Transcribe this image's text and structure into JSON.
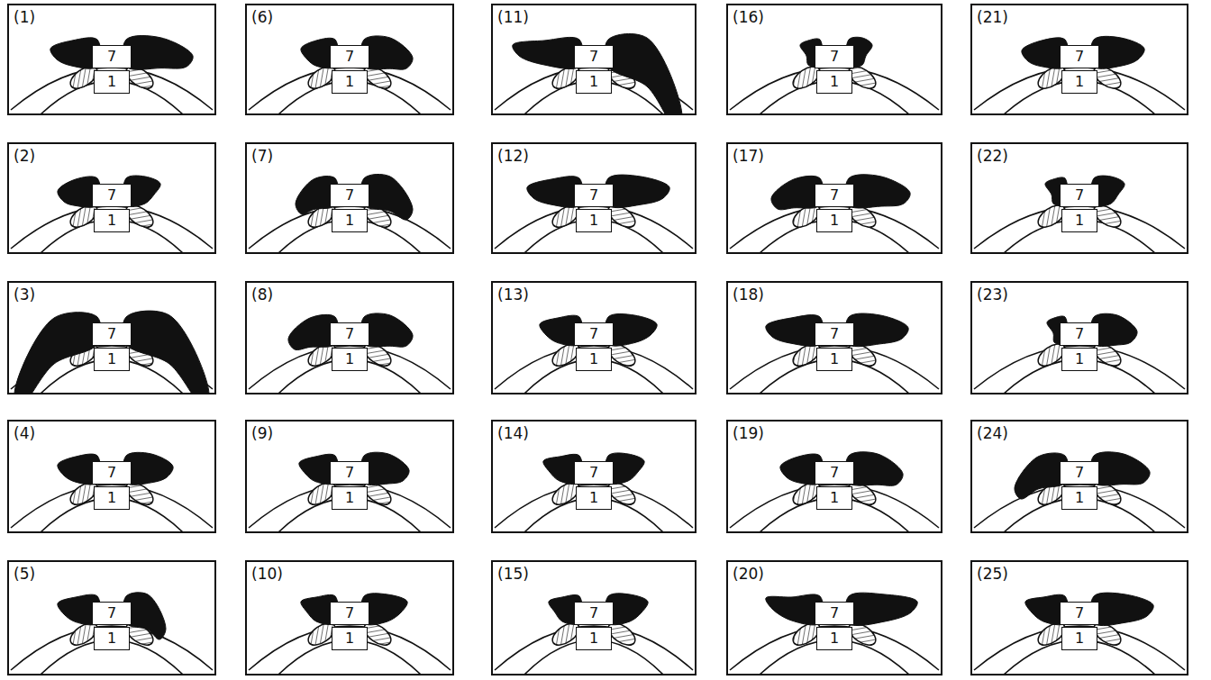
{
  "diagram": {
    "nodes": [
      {
        "text": [
          "(1)"
        ]
      },
      {
        "text": [
          "7"
        ],
        "in": 0
      },
      {
        "text": [
          "1"
        ],
        "in": 0
      },
      {
        "text": [
          "(2)"
        ]
      },
      {
        "text": [
          "7"
        ],
        "in": 3
      },
      {
        "text": [
          "1"
        ],
        "in": 3
      },
      {
        "text": [
          "(3)"
        ]
      },
      {
        "text": [
          "7"
        ],
        "in": 6
      },
      {
        "text": [
          "1"
        ],
        "in": 6
      },
      {
        "text": [
          "(4)"
        ]
      },
      {
        "text": [
          "7"
        ],
        "in": 9
      },
      {
        "text": [
          "1"
        ],
        "in": 9
      },
      {
        "text": [
          "(5)"
        ]
      },
      {
        "text": [
          "7"
        ],
        "in": 12
      },
      {
        "text": [
          "1"
        ],
        "in": 12
      },
      {
        "text": [
          "(6)"
        ]
      },
      {
        "text": [
          "7"
        ],
        "in": 15
      },
      {
        "text": [
          "1"
        ],
        "in": 15
      },
      {
        "text": [
          "(7)"
        ]
      },
      {
        "text": [
          "7"
        ],
        "in": 18
      },
      {
        "text": [
          "1"
        ],
        "in": 18
      },
      {
        "text": [
          "(8)"
        ]
      },
      {
        "text": [
          "7"
        ],
        "in": 21
      },
      {
        "text": [
          "1"
        ],
        "in": 21
      },
      {
        "text": [
          "(9)"
        ]
      },
      {
        "text": [
          "7"
        ],
        "in": 24
      },
      {
        "text": [
          "1"
        ],
        "in": 24
      },
      {
        "text": [
          "(10)"
        ]
      },
      {
        "text": [
          "7"
        ],
        "in": 27
      },
      {
        "text": [
          "1"
        ],
        "in": 27
      },
      {
        "text": [
          "(11)"
        ]
      },
      {
        "text": [
          "7"
        ],
        "in": 30
      },
      {
        "text": [
          "1"
        ],
        "in": 30
      },
      {
        "text": [
          "(12)"
        ]
      },
      {
        "text": [
          "7"
        ],
        "in": 33
      },
      {
        "text": [
          "1"
        ],
        "in": 33
      },
      {
        "text": [
          "(13)"
        ]
      },
      {
        "text": [
          "7"
        ],
        "in": 36
      },
      {
        "text": [
          "1"
        ],
        "in": 36
      },
      {
        "text": [
          "(14)"
        ]
      },
      {
        "text": [
          "7"
        ],
        "in": 39
      },
      {
        "text": [
          "1"
        ],
        "in": 39
      },
      {
        "text": [
          "(15)"
        ]
      },
      {
        "text": [
          "7"
        ],
        "in": 42
      },
      {
        "text": [
          "1"
        ],
        "in": 42
      },
      {
        "text": [
          "(16)"
        ]
      },
      {
        "text": [
          "7"
        ],
        "in": 45
      },
      {
        "text": [
          "1"
        ],
        "in": 45
      },
      {
        "text": [
          "(17)"
        ]
      },
      {
        "text": [
          "7"
        ],
        "in": 48
      },
      {
        "text": [
          "1"
        ],
        "in": 48
      },
      {
        "text": [
          "(18)"
        ]
      },
      {
        "text": [
          "7"
        ],
        "in": 51
      },
      {
        "text": [
          "1"
        ],
        "in": 51
      },
      {
        "text": [
          "(19)"
        ]
      },
      {
        "text": [
          "7"
        ],
        "in": 54
      },
      {
        "text": [
          "1"
        ],
        "in": 54
      },
      {
        "text": [
          "(20)"
        ]
      },
      {
        "text": [
          "7"
        ],
        "in": 57
      },
      {
        "text": [
          "1"
        ],
        "in": 57
      },
      {
        "text": [
          "(21)"
        ]
      },
      {
        "text": [
          "7"
        ],
        "in": 60
      },
      {
        "text": [
          "1"
        ],
        "in": 60
      },
      {
        "text": [
          "(22)"
        ]
      },
      {
        "text": [
          "7"
        ],
        "in": 63
      },
      {
        "text": [
          "1"
        ],
        "in": 63
      },
      {
        "text": [
          "(23)"
        ]
      },
      {
        "text": [
          "7"
        ],
        "in": 66
      },
      {
        "text": [
          "1"
        ],
        "in": 66
      },
      {
        "text": [
          "(24)"
        ]
      },
      {
        "text": [
          "7"
        ],
        "in": 69
      },
      {
        "text": [
          "1"
        ],
        "in": 69
      },
      {
        "text": [
          "(25)"
        ]
      },
      {
        "text": [
          "7"
        ],
        "in": 72
      },
      {
        "text": [
          "1"
        ],
        "in": 72
      }
    ]
  }
}
